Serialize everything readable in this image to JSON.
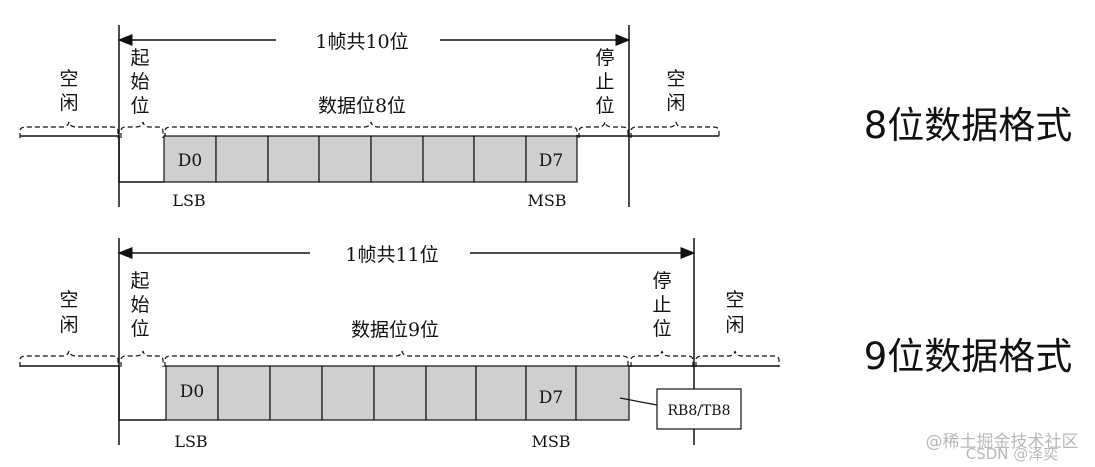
{
  "diagram8": {
    "frame_label": "1帧共10位",
    "idle_left": [
      "空",
      "闲"
    ],
    "start": [
      "起",
      "始",
      "位"
    ],
    "data_label": "数据位8位",
    "stop": [
      "停",
      "止",
      "位"
    ],
    "idle_right": [
      "空",
      "闲"
    ],
    "d0": "D0",
    "d7": "D7",
    "lsb": "LSB",
    "msb": "MSB",
    "title": "8位数据格式"
  },
  "diagram9": {
    "frame_label": "1帧共11位",
    "idle_left": [
      "空",
      "闲"
    ],
    "start": [
      "起",
      "始",
      "位"
    ],
    "data_label": "数据位9位",
    "stop": [
      "停",
      "止",
      "位"
    ],
    "idle_right": [
      "空",
      "闲"
    ],
    "d0": "D0",
    "d7": "D7",
    "lsb": "LSB",
    "msb": "MSB",
    "callout": "RB8/TB8",
    "title": "9位数据格式"
  },
  "watermark": {
    "line1": "@稀土掘金技术社区",
    "line2": "CSDN @泽奕"
  },
  "colors": {
    "cell_fill": "#cfcfcf",
    "stroke": "#111111"
  }
}
